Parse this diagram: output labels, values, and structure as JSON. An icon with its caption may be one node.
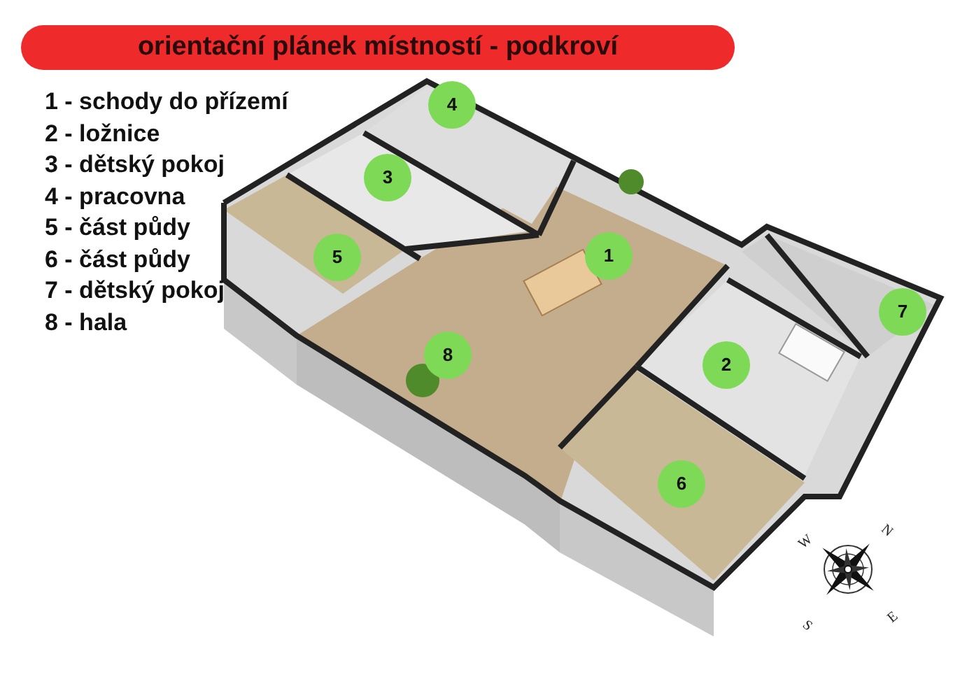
{
  "diagram": {
    "title": "orientační plánek místností - podkroví",
    "nodes": [
      {
        "text": [
          "4"
        ]
      },
      {
        "text": [
          "3"
        ]
      },
      {
        "text": [
          "1"
        ]
      },
      {
        "text": [
          "5"
        ]
      },
      {
        "text": [
          "7"
        ]
      },
      {
        "text": [
          "8"
        ]
      },
      {
        "text": [
          "2"
        ]
      },
      {
        "text": [
          "6"
        ]
      }
    ],
    "labels": [
      "1 - schody do přízemí",
      "2 - ložnice",
      "3 - dětský pokoj",
      "4 - pracovna",
      "5 - část půdy",
      "6 - část půdy",
      "7 - dětský pokoj",
      "8 - hala",
      "W",
      "N",
      "S",
      "E"
    ]
  }
}
